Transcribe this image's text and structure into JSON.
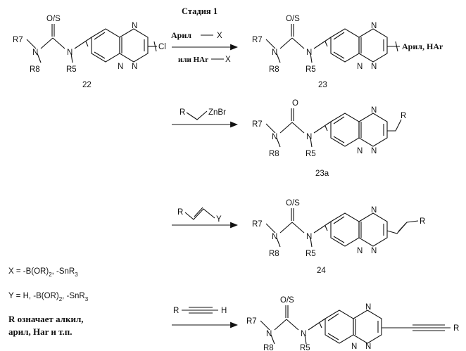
{
  "stage_title": "Стадия 1",
  "atoms": {
    "r7": "R7",
    "r8": "R8",
    "r5": "R5",
    "n": "N",
    "os": "O/S",
    "o": "O",
    "cl": "Cl"
  },
  "compounds": {
    "c22": "22",
    "c23": "23",
    "c23a": "23a",
    "c24": "24"
  },
  "reagents": {
    "aryl": "Арил",
    "x": "X",
    "or_har": "или HAr",
    "znbr": "ZnBr",
    "r": "R",
    "y": "Y",
    "h": "H"
  },
  "products": {
    "aryl_har": "Арил, HAr",
    "r_sub": "R"
  },
  "legend": {
    "x_def": "X = -B(OR)",
    "x_def_sub": "2",
    "x_def_tail": ", -SnR",
    "x_def_sub2": "3",
    "y_def": "Y = H, -B(OR)",
    "y_def_sub": "2",
    "y_def_tail": ", -SnR",
    "y_def_sub2": "3",
    "r_line1": "R означает алкил,",
    "r_line2": "арил, Har и т.п."
  }
}
